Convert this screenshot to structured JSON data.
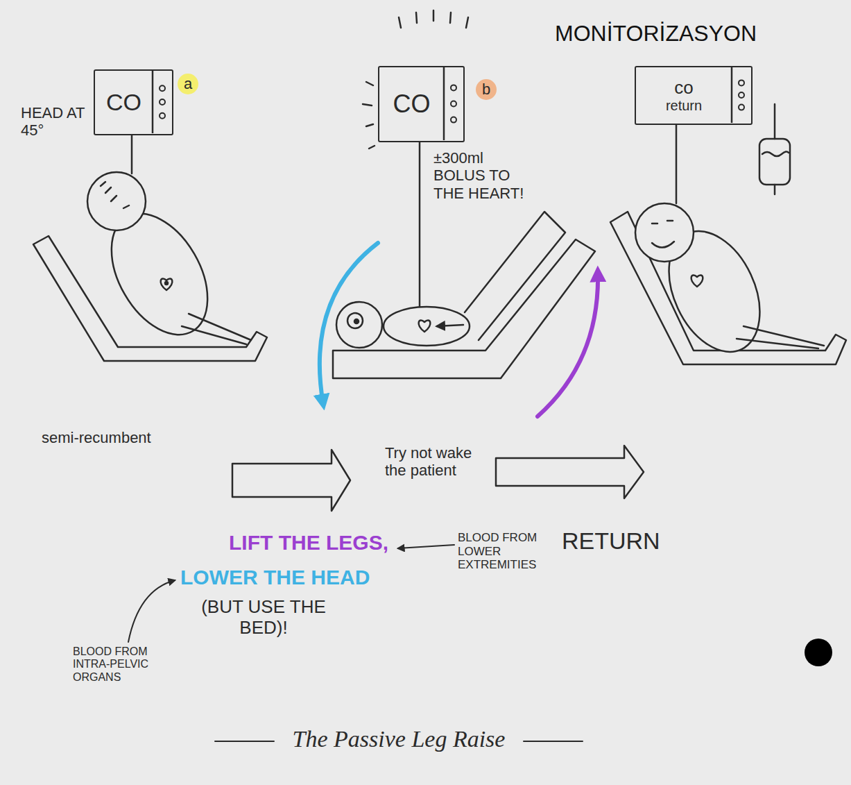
{
  "diagram": {
    "title": "MONİTORİZASYON",
    "caption": "The Passive Leg Raise",
    "nodes": [
      {
        "text": [
          "CO"
        ]
      },
      {
        "text": [
          "CO"
        ]
      },
      {
        "text": [
          "co",
          "return"
        ]
      }
    ],
    "labels": [
      "HEAD AT 45°",
      "a",
      "b",
      "±300ml BOLUS TO THE HEART!",
      "semi-recumbent",
      "Try not wake the patient",
      "LIFT THE LEGS,",
      "LOWER THE HEAD",
      "(BUT USE THE BED)!",
      "BLOOD FROM LOWER EXTREMITIES",
      "RETURN",
      "BLOOD FROM INTRA-PELVIC ORGANS"
    ]
  }
}
